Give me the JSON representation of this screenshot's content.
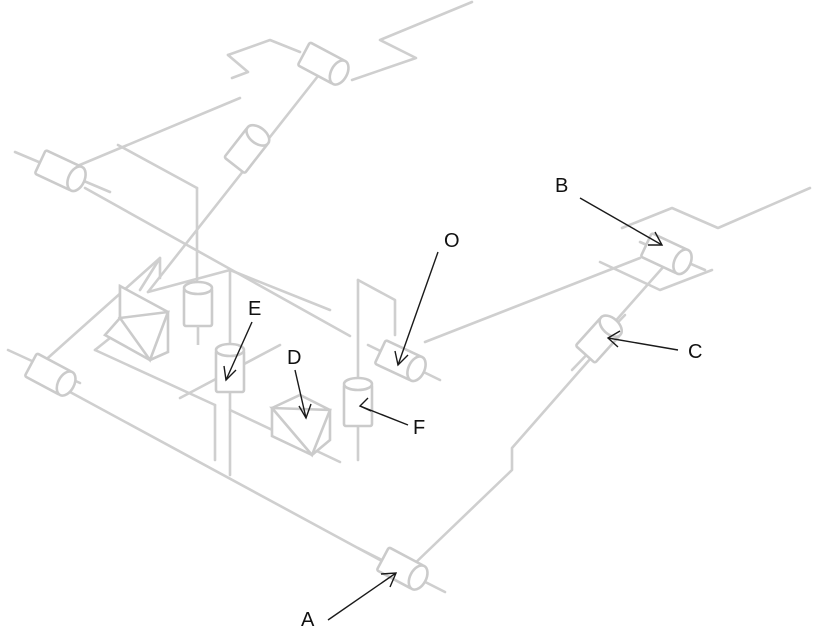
{
  "labels": {
    "A": "A",
    "B": "B",
    "C": "C",
    "D": "D",
    "E": "E",
    "F": "F",
    "O": "O"
  },
  "colors": {
    "mechanism": "#cfcfcf",
    "annotation": "#111111",
    "background": "#ffffff"
  }
}
